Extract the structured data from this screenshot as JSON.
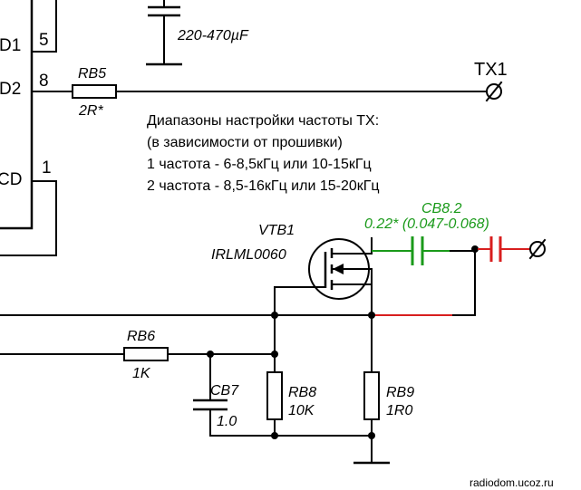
{
  "colors": {
    "wire": "#000000",
    "green_component": "#1a9a1a",
    "red_component": "#d81e1e"
  },
  "ic": {
    "pin_labels": [
      "D1",
      "D2",
      "CD"
    ],
    "pin_numbers": [
      "5",
      "8",
      "1"
    ]
  },
  "capacitor_top": {
    "value": "220-470µF"
  },
  "rb5": {
    "name": "RB5",
    "value": "2R*"
  },
  "tx1": {
    "label": "TX1"
  },
  "note": {
    "lines": [
      "Диапазоны настройки частоты TX:",
      "(в зависимости от прошивки)",
      "1 частота -   6-8,5кГц или 10-15кГц",
      "2 частота - 8,5-16кГц или 15-20кГц"
    ]
  },
  "cb82": {
    "name": "CB8.2",
    "value": "0.22* (0.047-0.068)"
  },
  "vtb1": {
    "name": "VTB1",
    "part": "IRLML0060"
  },
  "rb6": {
    "name": "RB6",
    "value": "1K"
  },
  "cb7": {
    "name": "CB7",
    "value": "1.0"
  },
  "rb8": {
    "name": "RB8",
    "value": "10K"
  },
  "rb9": {
    "name": "RB9",
    "value": "1R0"
  },
  "watermark": "radiodom.ucoz.ru"
}
